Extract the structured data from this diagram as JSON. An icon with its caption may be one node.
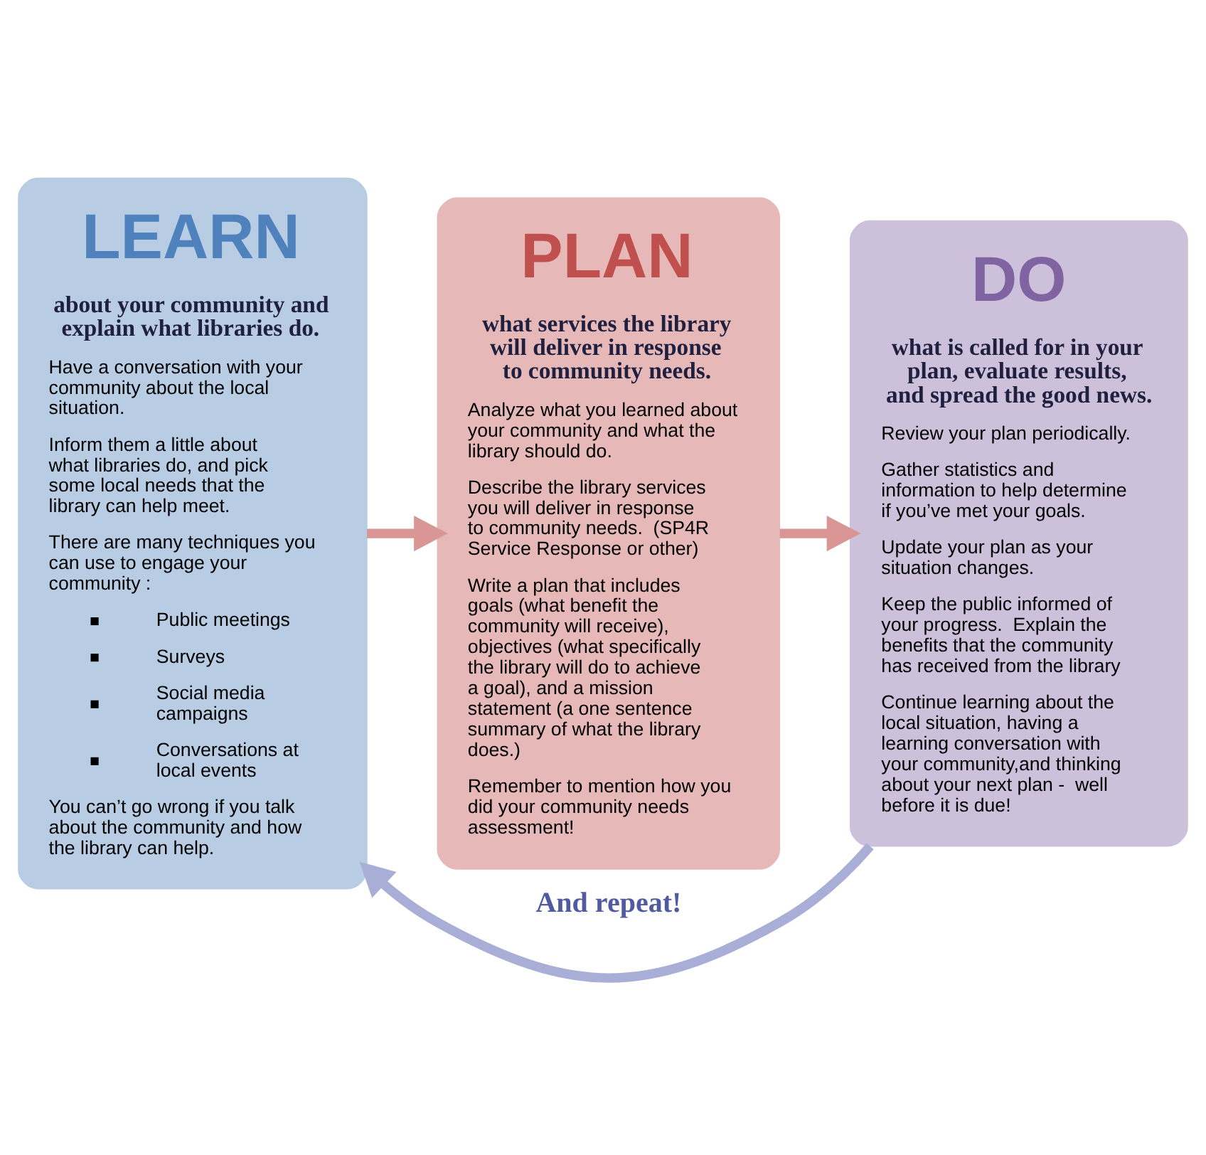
{
  "diagram": {
    "nodes": [
      {
        "text": [
          "LEARN",
          "about your community and explain what libraries do.",
          "Have a conversation with your community about the local situation.",
          "Inform them a little about what libraries do, and pick some local needs that the library can help meet.",
          "There are many techniques you can use to engage your community :",
          "Public meetings",
          "Surveys",
          "Social media campaigns",
          "Conversations at local events",
          "You can’t go wrong if you talk about the community and how the library can help."
        ]
      },
      {
        "text": [
          "PLAN",
          "what services the library will deliver in response to community needs.",
          "Analyze what you learned about your community and what the library should do.",
          "Describe the library services you will deliver in response to community needs.  (SP4R Service Response or other)",
          "Write a plan that includes goals (what benefit the community will receive), objectives (what specifically the library will do to achieve a goal), and a mission statement (a one sentence summary of what the library does.)",
          "Remember to mention how you did your community needs assessment!"
        ]
      },
      {
        "text": [
          "DO",
          "what is called for in your plan, evaluate results, and spread the good news.",
          "Review your plan periodically.",
          "Gather statistics and information to help determine if you’ve met your goals.",
          "Update your plan as your situation changes.",
          "Keep the public informed of your progress.  Explain the benefits that the community has received from the library",
          "Continue learning about the local situation, having a learning conversation with your community,and thinking about your next plan -  well before it is due!"
        ]
      }
    ],
    "edges": [
      {
        "from": 0,
        "to": 1,
        "arrow": "to"
      },
      {
        "from": 1,
        "to": 2,
        "arrow": "to"
      },
      {
        "from": 2,
        "to": 0,
        "arrow": "to",
        "label": "And repeat!",
        "color": "#a9aed6"
      }
    ]
  }
}
